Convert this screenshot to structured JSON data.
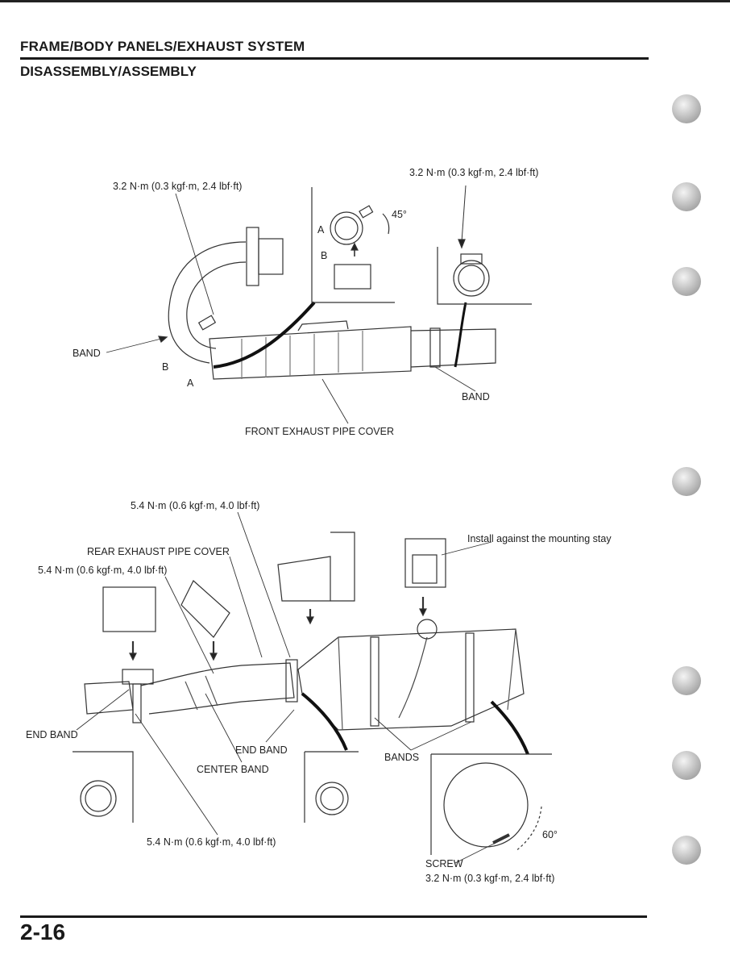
{
  "header": {
    "section_title": "FRAME/BODY PANELS/EXHAUST SYSTEM",
    "subsection_title": "DISASSEMBLY/ASSEMBLY"
  },
  "top_diagram": {
    "torque_left": "3.2 N·m (0.3 kgf·m, 2.4 lbf·ft)",
    "torque_right": "3.2 N·m (0.3 kgf·m, 2.4 lbf·ft)",
    "angle": "45°",
    "label_a_inset": "A",
    "label_b_inset": "B",
    "band_left": "BAND",
    "label_b": "B",
    "label_a": "A",
    "band_right": "BAND",
    "front_cover": "FRONT EXHAUST PIPE COVER"
  },
  "bottom_diagram": {
    "torque_top": "5.4 N·m (0.6 kgf·m, 4.0 lbf·ft)",
    "rear_cover": "REAR EXHAUST PIPE COVER",
    "torque_left": "5.4 N·m (0.6 kgf·m, 4.0 lbf·ft)",
    "install_note": "Install against the mounting stay",
    "end_band_left": "END BAND",
    "end_band_right": "END BAND",
    "center_band": "CENTER BAND",
    "bands": "BANDS",
    "torque_bottom": "5.4 N·m (0.6 kgf·m, 4.0 lbf·ft)",
    "angle": "60°",
    "screw": "SCREW",
    "screw_torque": "3.2 N·m (0.3 kgf·m, 2.4 lbf·ft)"
  },
  "footer": {
    "page_number": "2-16"
  },
  "side_tabs_count": 7
}
